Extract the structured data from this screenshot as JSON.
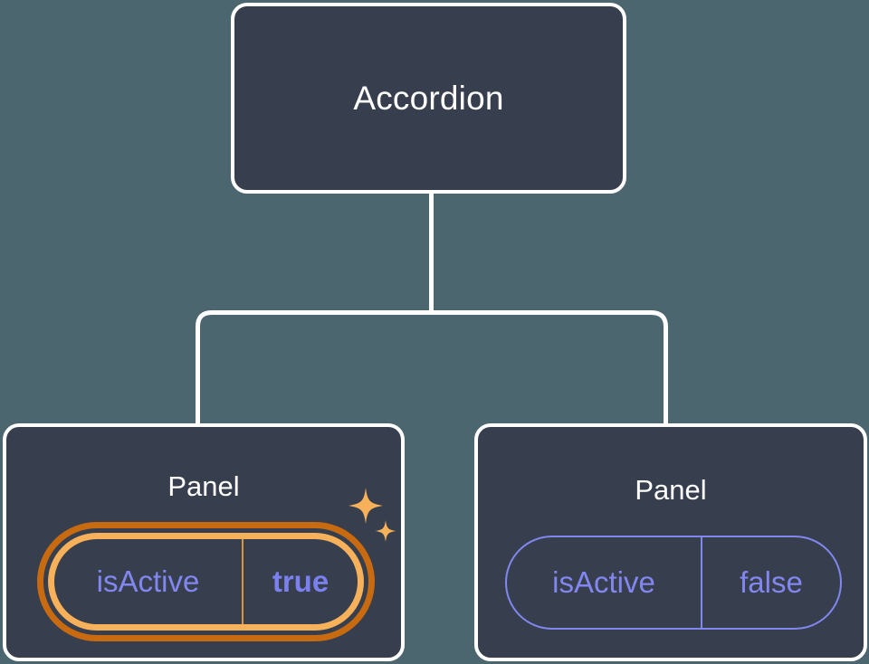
{
  "canvas": {
    "background_color": "#4c6670",
    "line_color": "#ffffff"
  },
  "tree": {
    "root": {
      "label": "Accordion",
      "card_color": "#373e4e",
      "border_color": "#ffffff",
      "text_color": "#ffffff"
    },
    "children": [
      {
        "label": "Panel",
        "highlighted": true,
        "prop": {
          "key": "isActive",
          "value": "true",
          "key_color": "#8287f0",
          "value_color": "#7b80ef",
          "ring_outer_color": "#c76a10",
          "ring_inner_color": "#f7b15a",
          "divider_color": "#d9953f"
        },
        "decoration": {
          "icon": "sparkles-icon",
          "color": "#f7b15a",
          "count": 2
        }
      },
      {
        "label": "Panel",
        "highlighted": false,
        "prop": {
          "key": "isActive",
          "value": "false",
          "key_color": "#8287f0",
          "value_color": "#8287f0",
          "border_color": "#8287f0",
          "divider_color": "#8287f0"
        }
      }
    ]
  }
}
